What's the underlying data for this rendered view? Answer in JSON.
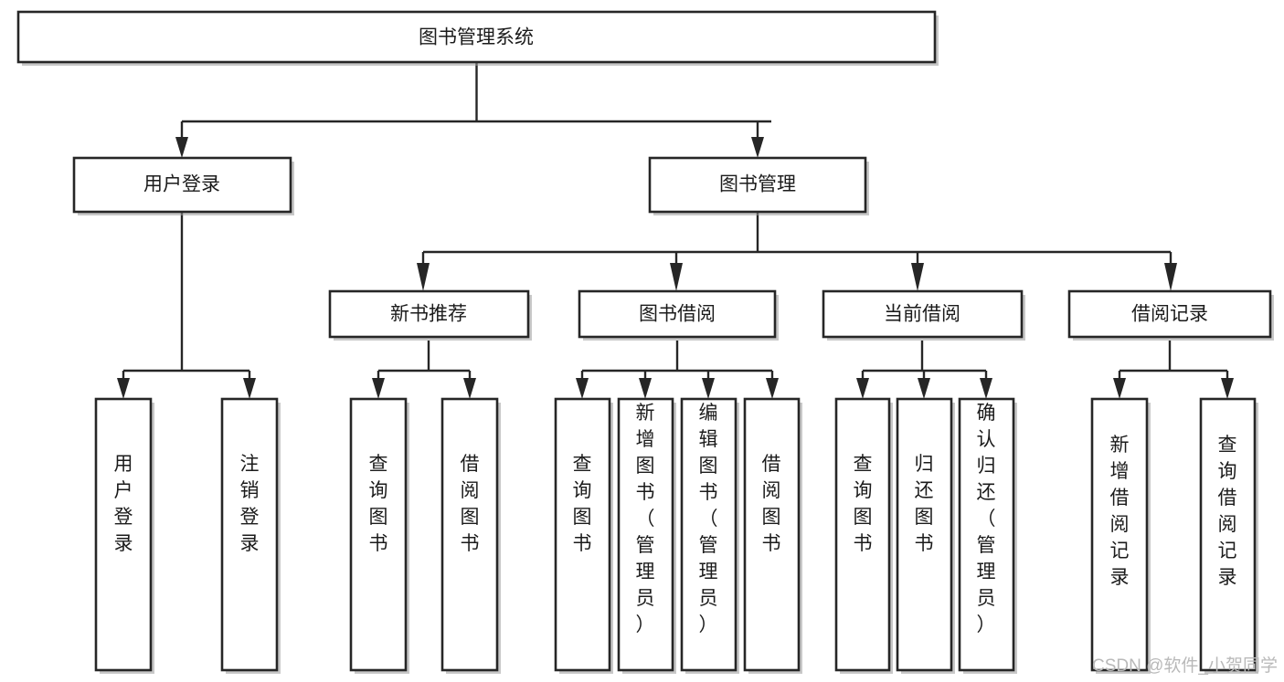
{
  "diagram": {
    "type": "tree-hierarchy",
    "title": "图书管理系统",
    "orientation": "top-down",
    "watermark": "CSDN @软件_小贺同学",
    "nodes": {
      "root": {
        "label": "图书管理系统",
        "level": 0
      },
      "user_login": {
        "label": "用户登录",
        "level": 1
      },
      "book_manage": {
        "label": "图书管理",
        "level": 1
      },
      "new_book_rec": {
        "label": "新书推荐",
        "level": 2
      },
      "book_borrow": {
        "label": "图书借阅",
        "level": 2
      },
      "current_borrow": {
        "label": "当前借阅",
        "level": 2
      },
      "borrow_record": {
        "label": "借阅记录",
        "level": 2
      },
      "leaf_user_login": {
        "label": "用户登录",
        "level": 3
      },
      "leaf_logout": {
        "label": "注销登录",
        "level": 3
      },
      "leaf_query_book_1": {
        "label": "查询图书",
        "level": 3
      },
      "leaf_borrow_book_1": {
        "label": "借阅图书",
        "level": 3
      },
      "leaf_query_book_2": {
        "label": "查询图书",
        "level": 3
      },
      "leaf_add_book": {
        "label": "新增图书（管理员）",
        "level": 3
      },
      "leaf_edit_book": {
        "label": "编辑图书（管理员）",
        "level": 3
      },
      "leaf_borrow_book_2": {
        "label": "借阅图书",
        "level": 3
      },
      "leaf_query_book_3": {
        "label": "查询图书",
        "level": 3
      },
      "leaf_return_book": {
        "label": "归还图书",
        "level": 3
      },
      "leaf_confirm_return": {
        "label": "确认归还（管理员）",
        "level": 3
      },
      "leaf_add_record": {
        "label": "新增借阅记录",
        "level": 3
      },
      "leaf_query_record": {
        "label": "查询借阅记录",
        "level": 3
      }
    },
    "edges": [
      {
        "from": "root",
        "to": "user_login"
      },
      {
        "from": "root",
        "to": "book_manage"
      },
      {
        "from": "user_login",
        "to": "leaf_user_login"
      },
      {
        "from": "user_login",
        "to": "leaf_logout"
      },
      {
        "from": "book_manage",
        "to": "new_book_rec"
      },
      {
        "from": "book_manage",
        "to": "book_borrow"
      },
      {
        "from": "book_manage",
        "to": "current_borrow"
      },
      {
        "from": "book_manage",
        "to": "borrow_record"
      },
      {
        "from": "new_book_rec",
        "to": "leaf_query_book_1"
      },
      {
        "from": "new_book_rec",
        "to": "leaf_borrow_book_1"
      },
      {
        "from": "book_borrow",
        "to": "leaf_query_book_2"
      },
      {
        "from": "book_borrow",
        "to": "leaf_add_book"
      },
      {
        "from": "book_borrow",
        "to": "leaf_edit_book"
      },
      {
        "from": "book_borrow",
        "to": "leaf_borrow_book_2"
      },
      {
        "from": "current_borrow",
        "to": "leaf_query_book_3"
      },
      {
        "from": "current_borrow",
        "to": "leaf_return_book"
      },
      {
        "from": "current_borrow",
        "to": "leaf_confirm_return"
      },
      {
        "from": "borrow_record",
        "to": "leaf_add_record"
      },
      {
        "from": "borrow_record",
        "to": "leaf_query_record"
      }
    ],
    "colors": {
      "box_fill": "#ffffff",
      "box_stroke": "#262626",
      "text": "#1b1b1b",
      "watermark": "#b9b9b9",
      "background": "#ffffff"
    }
  }
}
